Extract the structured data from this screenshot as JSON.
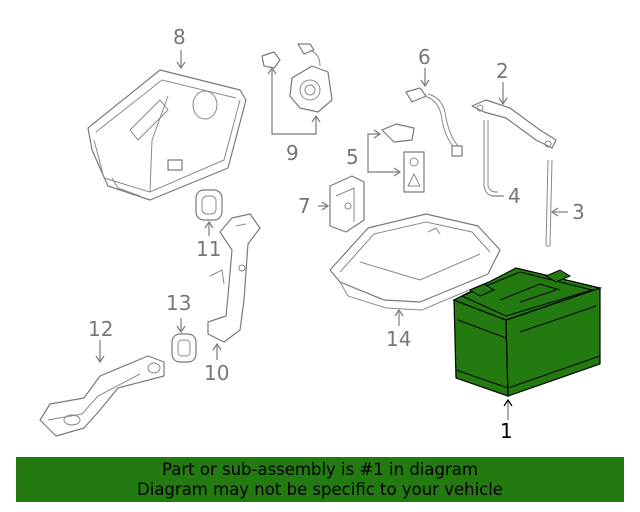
{
  "diagram": {
    "callouts": [
      {
        "id": "1",
        "label": "1"
      },
      {
        "id": "2",
        "label": "2"
      },
      {
        "id": "3",
        "label": "3"
      },
      {
        "id": "4",
        "label": "4"
      },
      {
        "id": "5",
        "label": "5"
      },
      {
        "id": "6",
        "label": "6"
      },
      {
        "id": "7",
        "label": "7"
      },
      {
        "id": "8",
        "label": "8"
      },
      {
        "id": "9",
        "label": "9"
      },
      {
        "id": "10",
        "label": "10"
      },
      {
        "id": "11",
        "label": "11"
      },
      {
        "id": "12",
        "label": "12"
      },
      {
        "id": "13",
        "label": "13"
      },
      {
        "id": "14",
        "label": "14"
      }
    ],
    "highlighted_part": "1",
    "highlight_color": "#237a10"
  },
  "banner": {
    "line1": "Part or sub-assembly is #1 in diagram",
    "line2": "Diagram may not be specific to your vehicle",
    "background": "#237a10"
  }
}
